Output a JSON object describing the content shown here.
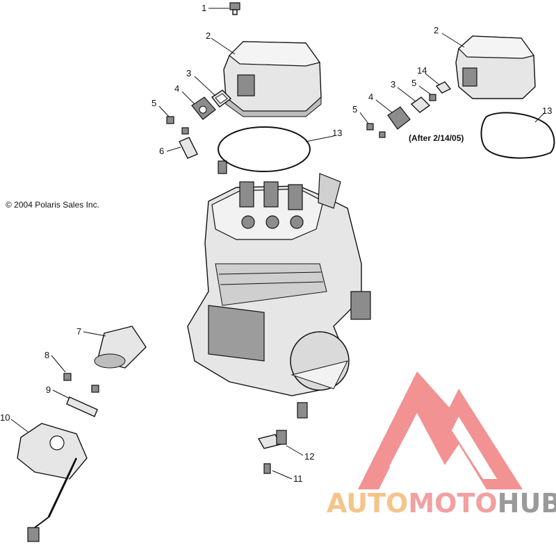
{
  "copyright": "© 2004 Polaris Sales Inc.",
  "annotation": "(After 2/14/05)",
  "callouts": {
    "c1": "1",
    "c2a": "2",
    "c2b": "2",
    "c3a": "3",
    "c3b": "3",
    "c4a": "4",
    "c4b": "4",
    "c5a": "5",
    "c5b": "5",
    "c5c": "5",
    "c6": "6",
    "c7": "7",
    "c8": "8",
    "c9": "9",
    "c10": "10",
    "c11": "11",
    "c12": "12",
    "c13a": "13",
    "c13b": "13",
    "c14": "14"
  },
  "watermark": {
    "part1": "AUTO",
    "part2": "MOTO",
    "part3": "HUB",
    "colors": {
      "auto": "#f5c48a",
      "moto": "#f2a0a0",
      "hub": "#9a9a9a",
      "logo": "#f08080"
    }
  }
}
